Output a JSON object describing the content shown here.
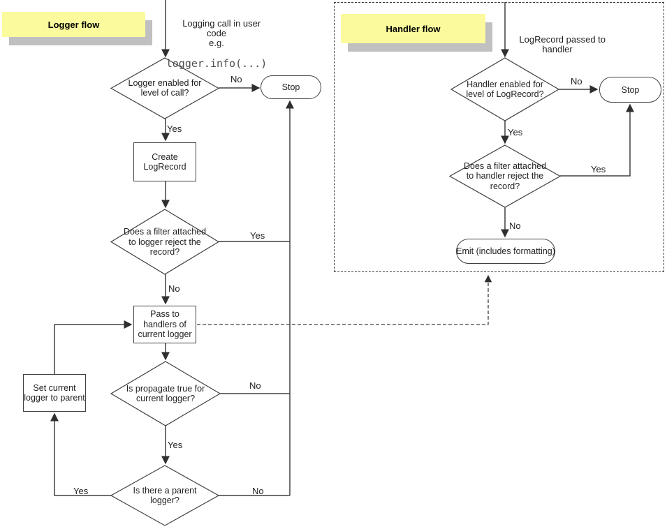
{
  "colors": {
    "sticky_yellow": "#fbfb9d",
    "sticky_shadow": "#c0c0c0",
    "line": "#404040",
    "text": "#1f1f1f",
    "code_text": "#4d4d4d",
    "background": "#ffffff"
  },
  "logger_flow": {
    "title": "Logger flow",
    "entry_annotation": "Logging call in user\ncode\ne.g.",
    "entry_code": "logger.info(...)",
    "nodes": {
      "enabled_check": "Logger enabled for\nlevel of call?",
      "stop": "Stop",
      "create_logrecord": "Create\nLogRecord",
      "filter_check": "Does a filter attached\nto logger reject the\nrecord?",
      "pass_to_handlers": "Pass to\nhandlers of\ncurrent logger",
      "propagate_check": "Is propagate true for\ncurrent logger?",
      "parent_check": "Is there a parent\nlogger?",
      "set_current_logger": "Set current\nlogger to parent"
    },
    "edge_labels": {
      "enabled_no": "No",
      "enabled_yes": "Yes",
      "filter_yes": "Yes",
      "filter_no": "No",
      "propagate_no": "No",
      "propagate_yes": "Yes",
      "parent_yes": "Yes",
      "parent_no": "No"
    }
  },
  "handler_flow": {
    "title": "Handler flow",
    "entry_annotation": "LogRecord passed to\nhandler",
    "nodes": {
      "enabled_check": "Handler enabled for\nlevel of LogRecord?",
      "stop": "Stop",
      "filter_check": "Does a filter attached\nto handler reject the\nrecord?",
      "emit": "Emit (includes formatting)"
    },
    "edge_labels": {
      "enabled_no": "No",
      "enabled_yes": "Yes",
      "filter_yes": "Yes",
      "filter_no": "No"
    }
  }
}
